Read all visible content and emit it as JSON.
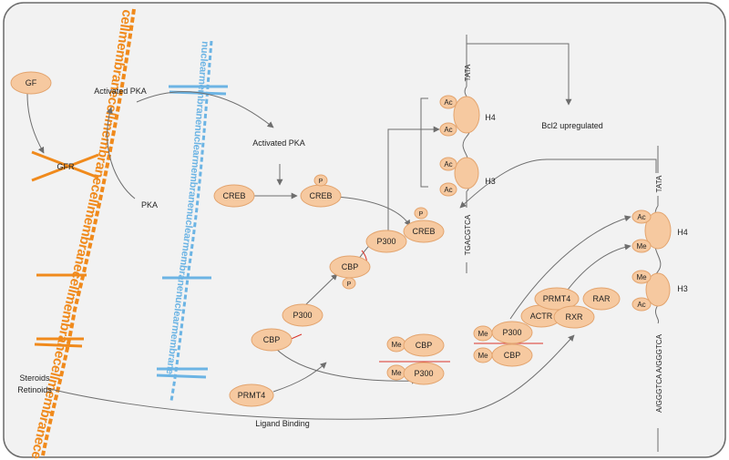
{
  "colors": {
    "frame_fill": "#f2f2f2",
    "frame_stroke": "#6b6b6b",
    "node_fill": "#f6c9a0",
    "node_stroke": "#e3a46e",
    "cell_membrane": "#f08a1c",
    "nuclear_membrane": "#6cb4e4",
    "arrow": "#6e6e6e",
    "red_mark": "#d9342b",
    "text": "#222222"
  },
  "membranes": {
    "cell": "cellmembranecellmembranecellmembranecellmembranecellmembranecellmembrane",
    "nuclear": "nuclearmembranenuclearmembranenuclearmembranenuclearmembrane"
  },
  "labels": {
    "gf": "GF",
    "gfr": "GFR",
    "pka": "PKA",
    "activated_pka_1": "Activated PKA",
    "activated_pka_2": "Activated PKA",
    "creb": "CREB",
    "creb_p": "CREB",
    "creb_p2": "CREB",
    "p": "P",
    "p300_top": "P300",
    "cbp_mid": "CBP",
    "p300_mid": "P300",
    "cbp_low": "CBP",
    "prmt4_low": "PRMT4",
    "me": "Me",
    "cbp_me": "CBP",
    "p300_me": "P300",
    "p300_complex": "P300",
    "cbp_complex": "CBP",
    "actr": "ACTR",
    "prmt4_complex": "PRMT4",
    "rar": "RAR",
    "rxr": "RXR",
    "ac": "Ac",
    "h4": "H4",
    "h3": "H3",
    "tata": "TATA",
    "bcl2": "Bcl2 upregulated",
    "tgacgtca": "TGACGTCA",
    "agggtca": "A/GGGTCA  A/GGGTCA",
    "steroids": "Steroids",
    "retinoids": "Retinoids",
    "ligand_binding": "Ligand Binding"
  }
}
